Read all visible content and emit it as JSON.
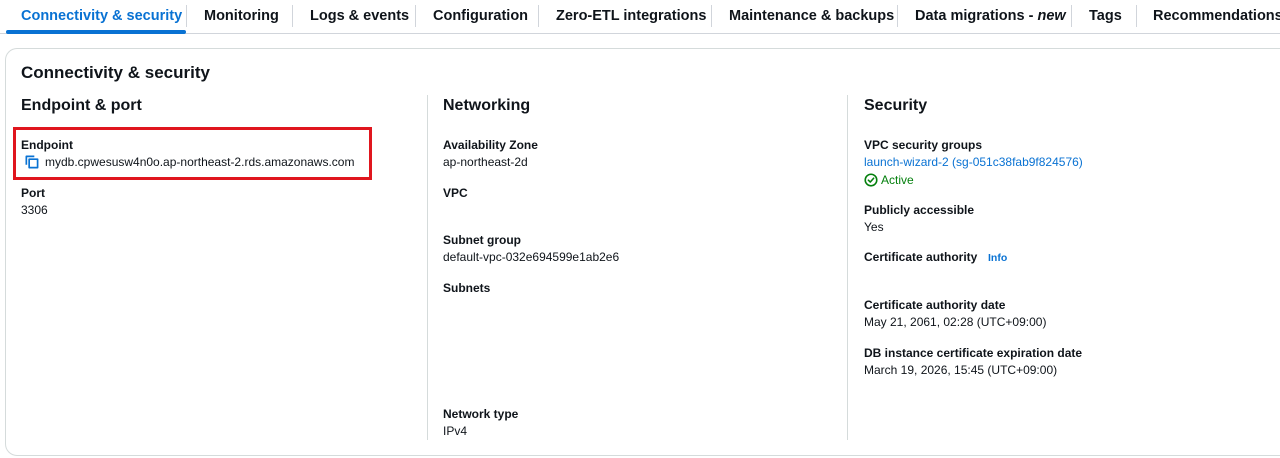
{
  "tabs": [
    {
      "label": "Connectivity & security",
      "active": true
    },
    {
      "label": "Monitoring"
    },
    {
      "label": "Logs & events"
    },
    {
      "label": "Configuration"
    },
    {
      "label": "Zero-ETL integrations"
    },
    {
      "label": "Maintenance & backups"
    },
    {
      "label_main": "Data migrations - ",
      "label_suffix": "new"
    },
    {
      "label": "Tags"
    },
    {
      "label": "Recommendations"
    }
  ],
  "panel": {
    "title": "Connectivity & security"
  },
  "endpoint_port": {
    "title": "Endpoint & port",
    "endpoint_label": "Endpoint",
    "endpoint_value": "mydb.cpwesusw4n0o.ap-northeast-2.rds.amazonaws.com",
    "port_label": "Port",
    "port_value": "3306"
  },
  "networking": {
    "title": "Networking",
    "az_label": "Availability Zone",
    "az_value": "ap-northeast-2d",
    "vpc_label": "VPC",
    "subnet_group_label": "Subnet group",
    "subnet_group_value": "default-vpc-032e694599e1ab2e6",
    "subnets_label": "Subnets",
    "network_type_label": "Network type",
    "network_type_value": "IPv4"
  },
  "security": {
    "title": "Security",
    "sg_label": "VPC security groups",
    "sg_link": "launch-wizard-2 (sg-051c38fab9f824576)",
    "sg_status": "Active",
    "public_label": "Publicly accessible",
    "public_value": "Yes",
    "ca_label": "Certificate authority",
    "ca_info": "Info",
    "ca_date_label": "Certificate authority date",
    "ca_date_value": "May 21, 2061, 02:28 (UTC+09:00)",
    "cert_exp_label": "DB instance certificate expiration date",
    "cert_exp_value": "March 19, 2026, 15:45 (UTC+09:00)"
  },
  "colors": {
    "accent": "#0972d3",
    "success": "#037f0c",
    "highlight": "#e0161e"
  },
  "icons": {
    "copy": "copy-icon",
    "status": "check-circle-icon"
  }
}
